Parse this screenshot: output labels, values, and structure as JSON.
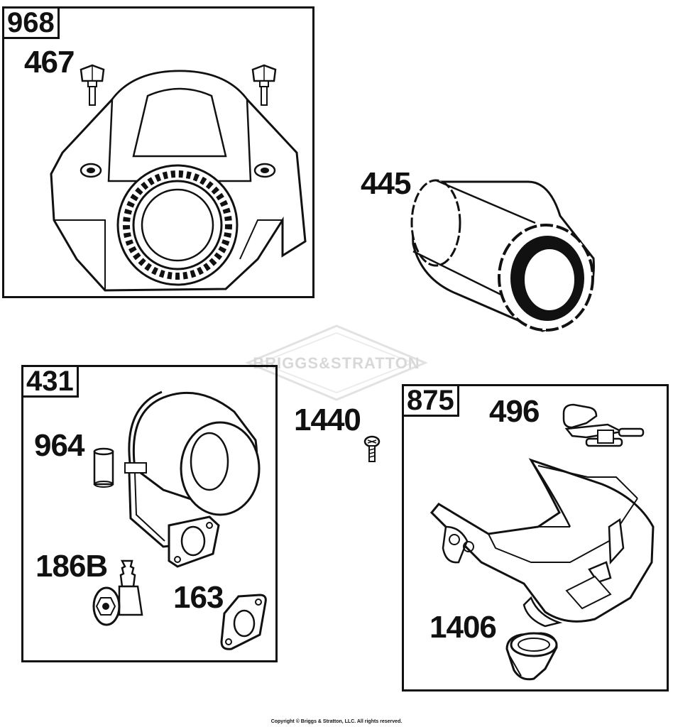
{
  "watermark": {
    "brand": "BRIGGS&STRATTON"
  },
  "assemblies": {
    "a968": {
      "tag": "968"
    },
    "a431": {
      "tag": "431"
    },
    "a875": {
      "tag": "875"
    }
  },
  "parts": {
    "p467": "467",
    "p445": "445",
    "p964": "964",
    "p186B": "186B",
    "p163": "163",
    "p1440": "1440",
    "p496": "496",
    "p1406": "1406"
  },
  "footer": {
    "copyright": "Copyright © Briggs & Stratton, LLC. All rights reserved."
  }
}
